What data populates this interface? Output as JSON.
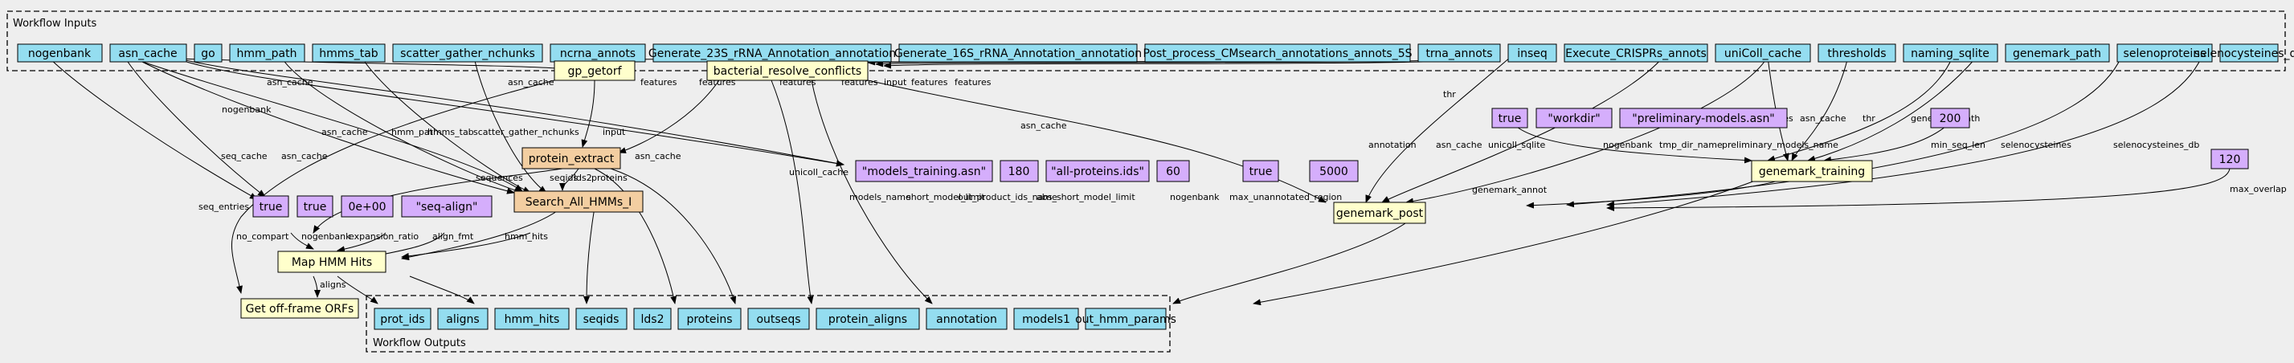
{
  "workflow_inputs_title": "Workflow Inputs",
  "workflow_outputs_title": "Workflow Outputs",
  "inputs": [
    "nogenbank",
    "asn_cache",
    "go",
    "hmm_path",
    "hmms_tab",
    "scatter_gather_nchunks",
    "ncrna_annots",
    "Generate_23S_rRNA_Annotation_annotation",
    "Generate_16S_rRNA_Annotation_annotation",
    "Post_process_CMsearch_annotations_annots_5S",
    "trna_annots",
    "inseq",
    "Execute_CRISPRs_annots",
    "uniColl_cache",
    "thresholds",
    "naming_sqlite",
    "genemark_path",
    "selenoproteins",
    "selenocysteines_db"
  ],
  "outputs": [
    "prot_ids",
    "aligns",
    "hmm_hits",
    "seqids",
    "lds2",
    "proteins",
    "outseqs",
    "protein_aligns",
    "annotation",
    "models1",
    "out_hmm_params"
  ],
  "steps": {
    "gp_getorf": "gp_getorf",
    "bacterial_resolve_conflicts": "bacterial_resolve_conflicts",
    "protein_extract": "protein_extract",
    "search_all_hmms": "Search_All_HMMs_I",
    "map_hmm_hits": "Map HMM Hits",
    "get_off_frame_orfs": "Get off-frame ORFs",
    "genemark_training": "genemark_training",
    "genemark_post": "genemark_post"
  },
  "defaults": {
    "d_true1": "true",
    "d_workdir": "\"workdir\"",
    "d_prelim": "\"preliminary-models.asn\"",
    "d_200": "200",
    "d_models_training": "\"models_training.asn\"",
    "d_180": "180",
    "d_all_proteins": "\"all-proteins.ids\"",
    "d_60": "60",
    "d_true2": "true",
    "d_5000": "5000",
    "d_120": "120",
    "d_true3": "true",
    "d_true4": "true",
    "d_0e00": "0e+00",
    "d_seq_align": "\"seq-align\""
  },
  "edge_labels": {
    "l1": "asn_cache",
    "l2": "asn_cache",
    "l3": "features",
    "l4": "features",
    "l5": "features",
    "l6": "features",
    "l7": "input",
    "l8": "features",
    "l9": "features",
    "l10": "asn_cache",
    "l11": "nogenbank",
    "l12": "seq_cache",
    "l13": "asn_cache",
    "l14": "asn_cache",
    "l15": "hmm_path",
    "l16": "hmms_tab",
    "l17": "scatter_gather_nchunks",
    "l18": "input",
    "l19": "asn_cache",
    "l20": "sequences",
    "l21": "seqids",
    "l22": "lds2",
    "l23": "proteins",
    "l24": "seq_entries",
    "l25": "no_compart",
    "l26": "nogenbank",
    "l27": "expansion_ratio",
    "l28": "align_fmt",
    "l29": "hmm_hits",
    "l30": "aligns",
    "l31": "annotation",
    "l32": "thr",
    "l33": "asn_cache",
    "l34": "unicoll_sqlite",
    "l35": "asn_cache",
    "l36": "sequences",
    "l37": "asn_cache",
    "l38": "thr",
    "l39": "genemark_path",
    "l40": "nogenbank",
    "l41": "tmp_dir_name",
    "l42": "preliminary_models_name",
    "l43": "min_seq_len",
    "l44": "selenocysteines",
    "l45": "selenocysteines_db",
    "l46": "unicoll_cache",
    "l47": "models_name",
    "l48": "short_model_limit",
    "l49": "out_product_ids_name",
    "l50": "abs_short_model_limit",
    "l51": "nogenbank",
    "l52": "max_unannotated_region",
    "l53": "genemark_annot",
    "l54": "max_overlap"
  },
  "colors": {
    "input_output": "#94ddf0",
    "step": "#ffffcc",
    "subworkflow": "#f3cea1",
    "default_value": "#d5aefc",
    "background": "#eeeeee"
  }
}
